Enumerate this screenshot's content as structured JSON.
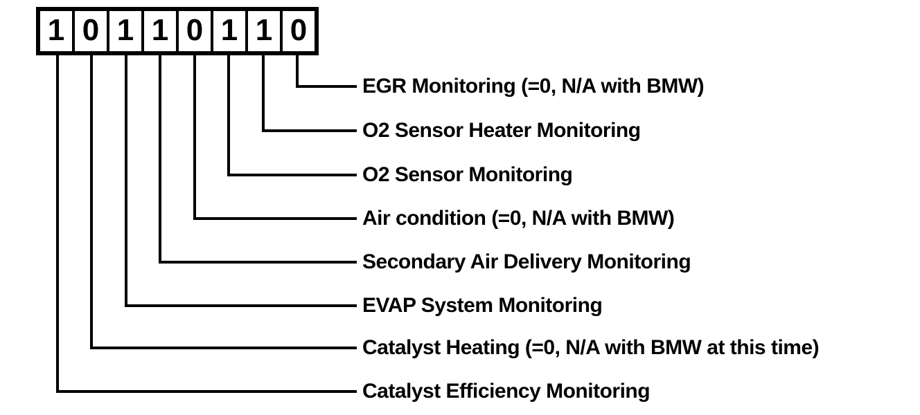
{
  "colors": {
    "ink": "#000000",
    "background": "#ffffff"
  },
  "diagram": {
    "description": "8-bit readiness code with one label per bit; leftmost bit maps to bottom label, rightmost bit maps to top label",
    "bits_left_to_right": [
      "1",
      "0",
      "1",
      "1",
      "0",
      "1",
      "1",
      "0"
    ],
    "labels_top_to_bottom": [
      "EGR Monitoring (=0, N/A with BMW)",
      "O2 Sensor Heater Monitoring",
      "O2 Sensor Monitoring",
      "Air condition (=0, N/A with BMW)",
      "Secondary Air Delivery Monitoring",
      "EVAP System Monitoring",
      "Catalyst Heating (=0, N/A with BMW at this time)",
      "Catalyst Efficiency Monitoring"
    ],
    "bit_assignments": [
      {
        "value": "1",
        "label": "Catalyst Efficiency Monitoring"
      },
      {
        "value": "0",
        "label": "Catalyst Heating (=0, N/A with BMW at this time)"
      },
      {
        "value": "1",
        "label": "EVAP System Monitoring"
      },
      {
        "value": "1",
        "label": "Secondary Air Delivery Monitoring"
      },
      {
        "value": "0",
        "label": "Air condition (=0, N/A with BMW)"
      },
      {
        "value": "1",
        "label": "O2 Sensor Monitoring"
      },
      {
        "value": "1",
        "label": "O2 Sensor Heater Monitoring"
      },
      {
        "value": "0",
        "label": "EGR Monitoring (=0, N/A with BMW)"
      }
    ]
  }
}
